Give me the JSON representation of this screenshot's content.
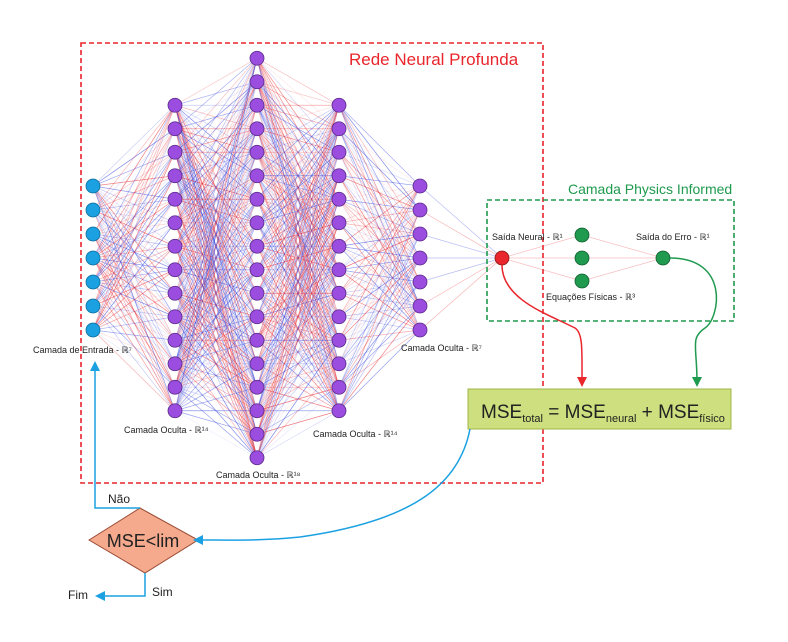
{
  "network": {
    "title": "Rede Neural Profunda",
    "layers": [
      {
        "label": "Camada de Entrada - ℝ⁷",
        "nodes": 7
      },
      {
        "label": "Camada Oculta - ℝ¹⁴",
        "nodes": 14
      },
      {
        "label": "Camada Oculta - ℝ¹⁸",
        "nodes": 18
      },
      {
        "label": "Camada Oculta - ℝ¹⁴",
        "nodes": 14
      },
      {
        "label": "Camada Oculta - ℝ⁷",
        "nodes": 7
      }
    ]
  },
  "physics": {
    "title": "Camada Physics Informed",
    "neural_output_label": "Saída Neural - ℝ¹",
    "equations_label": "Equações Físicas - ℝ³",
    "error_output_label": "Saída do Erro - ℝ¹"
  },
  "loss": {
    "mse1": "MSE",
    "sub_total": "total",
    "equals": " = ",
    "mse2": "MSE",
    "sub_neural": "neural",
    "plus": " + ",
    "mse3": "MSE",
    "sub_fisico": "físico"
  },
  "decision": {
    "label": "MSE<lim",
    "no_label": "Não",
    "yes_label": "Sim",
    "end_label": "Fim"
  },
  "colors": {
    "input_node": "#1ba1e2",
    "hidden_node": "#9b4de0",
    "output_node": "#e8262c",
    "physics_node": "#1f9a4e",
    "net_border": "#e8262c",
    "phys_border": "#1f9a4e",
    "loss_box": "#cddf7e",
    "decision_box": "#f5a98d",
    "arrow_red": "#e8262c",
    "arrow_green": "#1f9a4e",
    "arrow_blue": "#1ba1e2"
  }
}
